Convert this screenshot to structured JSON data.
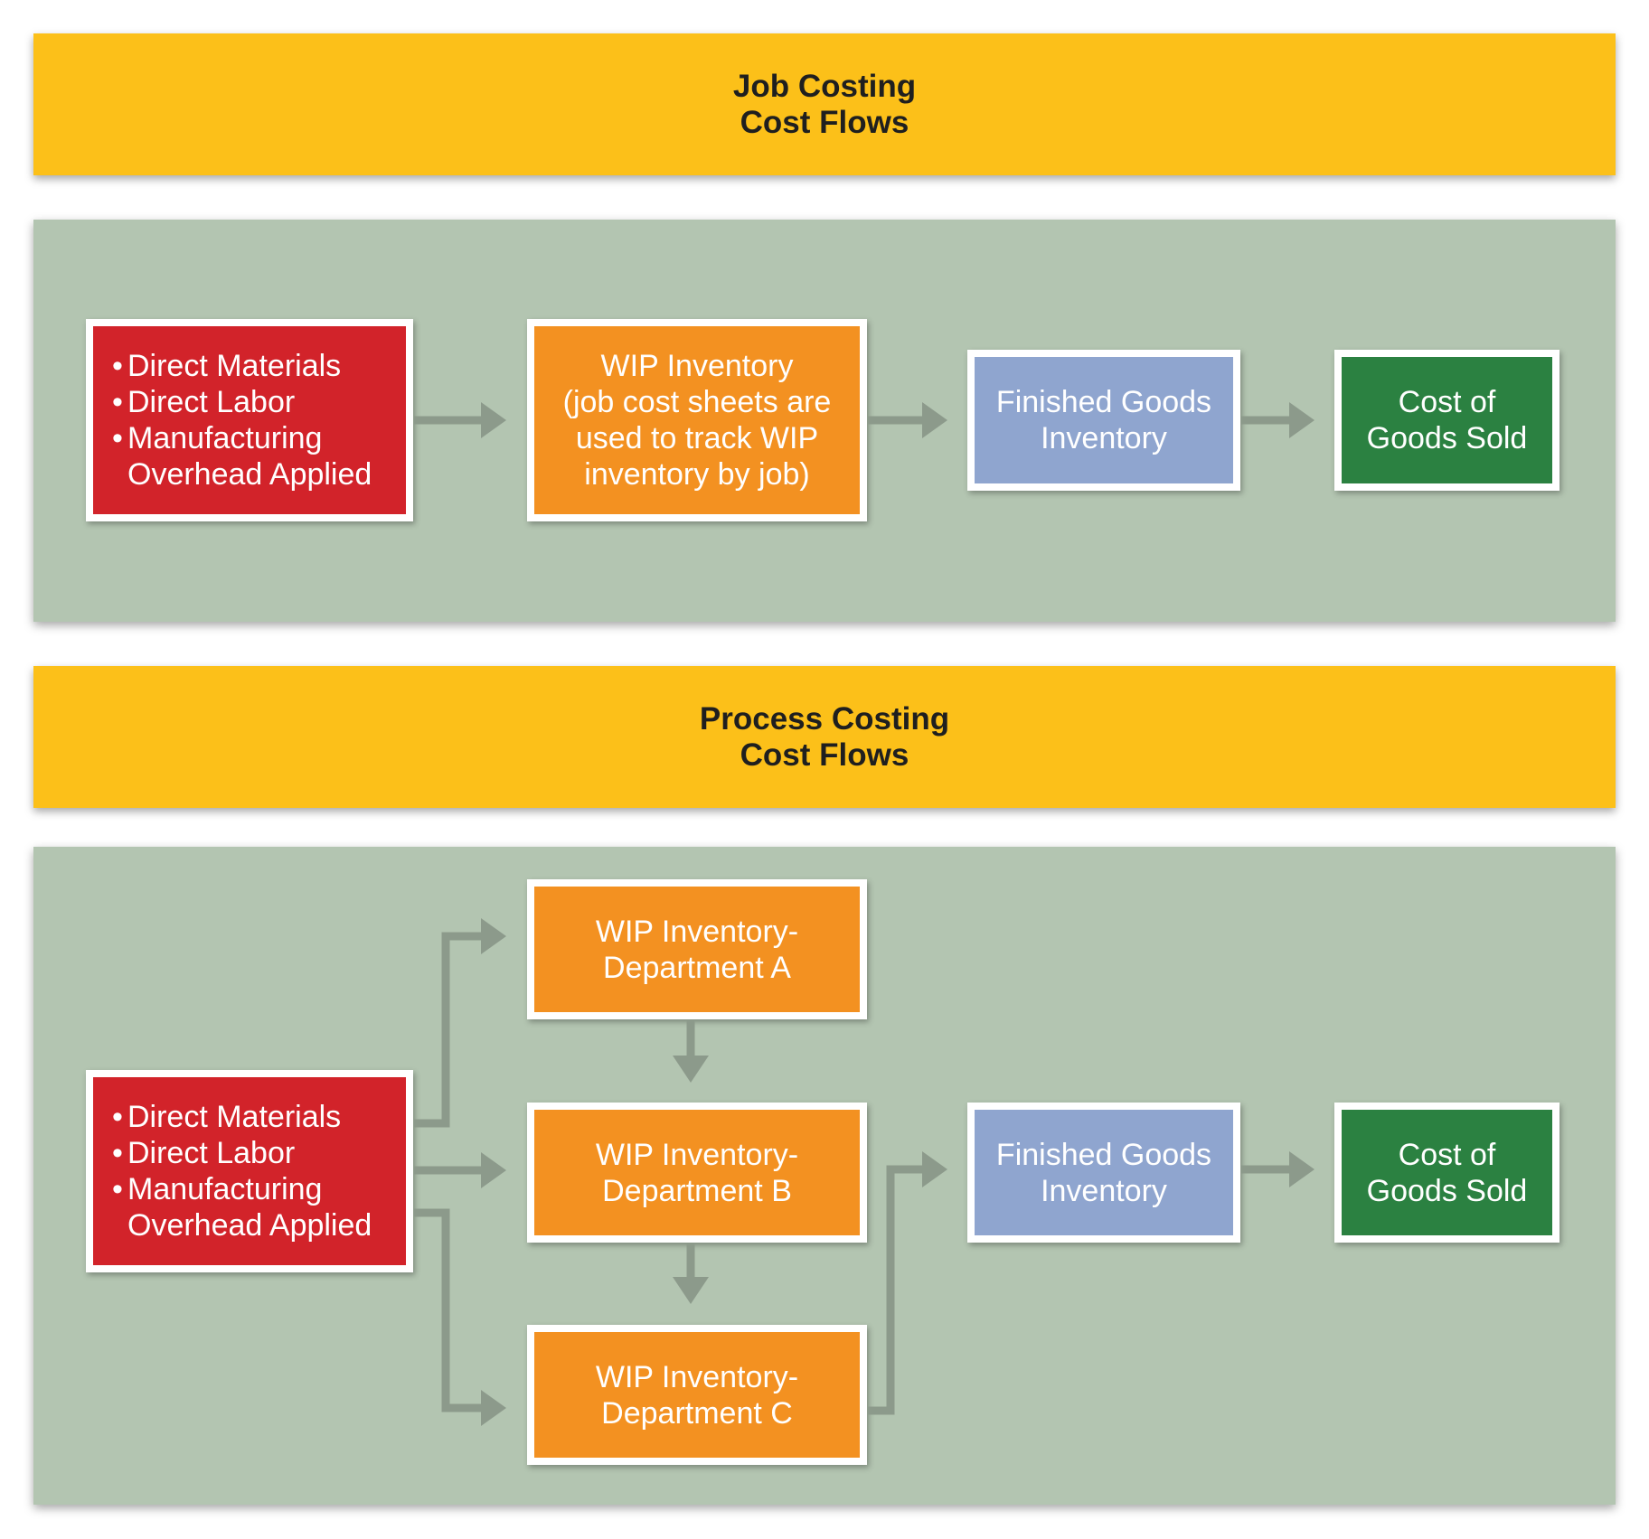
{
  "job": {
    "banner_title": [
      "Job Costing",
      "Cost Flows"
    ],
    "inputs": [
      "Direct Materials",
      "Direct Labor",
      "Manufacturing",
      "Overhead Applied"
    ],
    "wip": [
      "WIP Inventory",
      "(job cost sheets are",
      "used to track WIP",
      "inventory by job)"
    ],
    "finished": [
      "Finished Goods",
      "Inventory"
    ],
    "cogs": [
      "Cost of",
      "Goods Sold"
    ]
  },
  "process": {
    "banner_title": [
      "Process Costing",
      "Cost Flows"
    ],
    "inputs": [
      "Direct Materials",
      "Direct Labor",
      "Manufacturing",
      "Overhead Applied"
    ],
    "wip_a": [
      "WIP Inventory-",
      "Department A"
    ],
    "wip_b": [
      "WIP Inventory-",
      "Department B"
    ],
    "wip_c": [
      "WIP Inventory-",
      "Department C"
    ],
    "finished": [
      "Finished Goods",
      "Inventory"
    ],
    "cogs": [
      "Cost of",
      "Goods Sold"
    ]
  },
  "colors": {
    "banner": "#fcc019",
    "panel": "#b3c5b1",
    "inputs_box": "#d2232a",
    "wip_box": "#f39121",
    "finished_box": "#8fa5cf",
    "cogs_box": "#2b8141",
    "arrow": "#8c9a8b"
  }
}
